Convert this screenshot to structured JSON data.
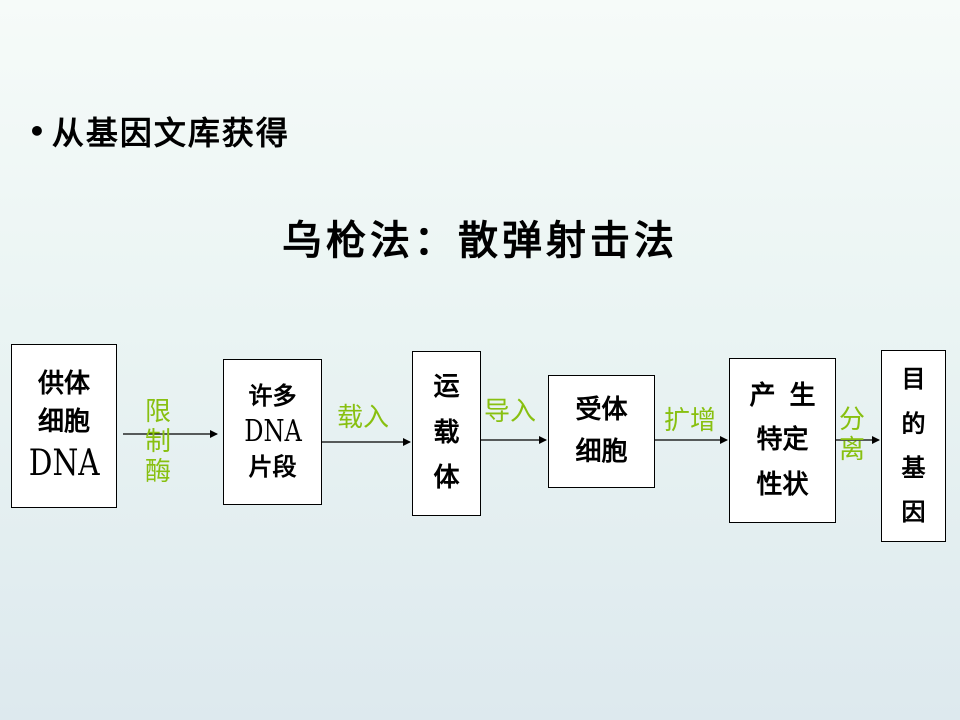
{
  "bullet": {
    "symbol": "•",
    "text": "从基因文库获得"
  },
  "title": "乌枪法：散弹射击法",
  "boxes": {
    "donor": {
      "line1": "供体",
      "line2": "细胞",
      "line3": "DNA"
    },
    "fragments": {
      "line1": "许多",
      "line2": "DNA",
      "line3": "片段"
    },
    "vector": {
      "c1": "运",
      "c2": "载",
      "c3": "体"
    },
    "recipient": {
      "line1": "受体",
      "line2": "细胞"
    },
    "traits": {
      "line1": "产生",
      "line2": "特定",
      "line3": "性状"
    },
    "target": {
      "c1": "目",
      "c2": "的",
      "c3": "基",
      "c4": "因"
    }
  },
  "steps": {
    "restriction": {
      "c1": "限",
      "c2": "制",
      "c3": "酶"
    },
    "load": "载入",
    "introduce": "导入",
    "amplify": "扩增",
    "separate": {
      "c1": "分",
      "c2": "离"
    }
  },
  "colors": {
    "step_label": "#88c010",
    "box_border": "#000000",
    "box_fill": "#ffffff"
  }
}
